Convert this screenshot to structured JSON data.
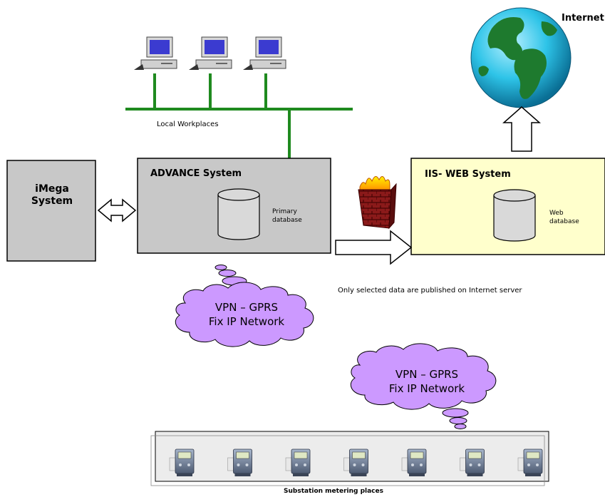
{
  "internet_label": "Internet",
  "local_workplaces_label": "Local Workplaces",
  "imega": {
    "title_line1": "iMega",
    "title_line2": "System"
  },
  "advance": {
    "title": "ADVANCE System",
    "db_line1": "Primary",
    "db_line2": "database"
  },
  "iis": {
    "title": "IIS- WEB System",
    "db_line1": "Web",
    "db_line2": "database"
  },
  "publish_note": "Only selected data are published on Internet server",
  "cloud1": {
    "line1": "VPN – GPRS",
    "line2": "Fix IP Network"
  },
  "cloud2": {
    "line1": "VPN – GPRS",
    "line2": "Fix IP Network"
  },
  "substation_label": "Substation metering places",
  "meter_count": 7,
  "workstation_count": 3,
  "colors": {
    "gray_box": "#c8c8c8",
    "yellow_box": "#ffffcc",
    "network_line": "#1f8a1f",
    "cloud": "#cc99ff",
    "meter_strip": "#ececec",
    "db_cylinder": "#d9d9d9"
  },
  "icons": [
    "globe-icon",
    "firewall-icon",
    "computer-icon",
    "meter-icon",
    "database-icon",
    "double-arrow-icon",
    "arrow-icon"
  ]
}
